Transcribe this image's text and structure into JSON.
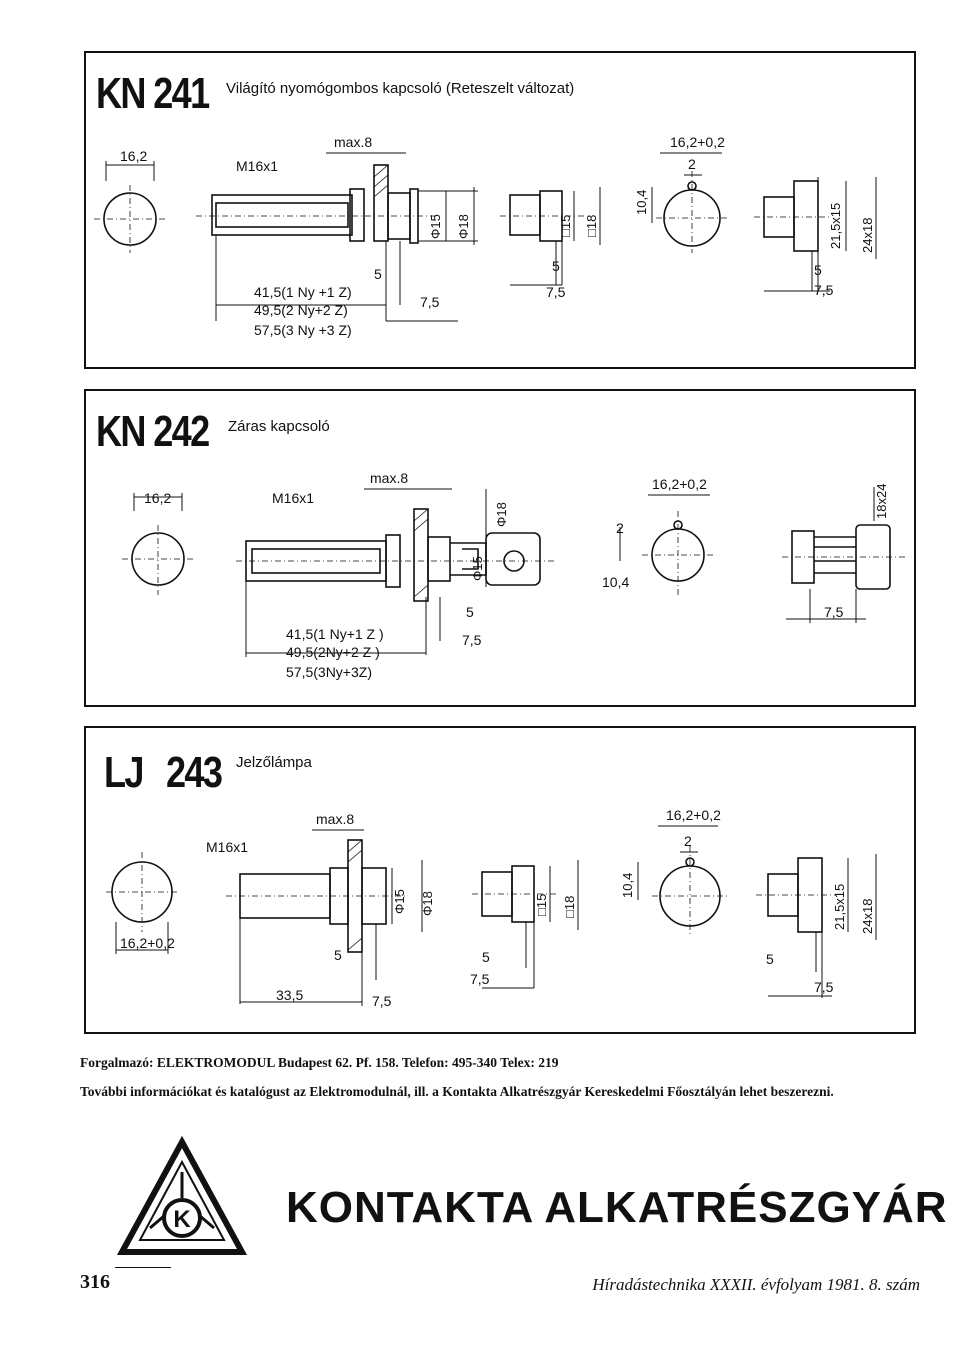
{
  "products": [
    {
      "code": "KN 241",
      "title": "Világító nyomógombos kapcsoló (Reteszelt változat)",
      "labels": {
        "d162": "16,2",
        "thread": "M16x1",
        "max": "max.8",
        "phi15": "Φ15",
        "phi18": "Φ18",
        "sq15": "□15",
        "sq18": "□18",
        "tol": "16,2+0,2",
        "two": "2",
        "d104": "10,4",
        "r1": "21,5x15",
        "r2": "24x18",
        "five": "5",
        "seven5": "7,5",
        "l1": "41,5(1 Ny +1 Z)",
        "l2": "49,5(2 Ny+2 Z)",
        "l3": "57,5(3 Ny +3 Z)"
      }
    },
    {
      "code": "KN 242",
      "title": "Záras kapcsoló",
      "labels": {
        "d162": "16,2",
        "thread": "M16x1",
        "max": "max.8",
        "phi15": "Φ15",
        "phi18": "Φ18",
        "tol": "16,2+0,2",
        "two": "2",
        "d104": "10,4",
        "r1": "18x24",
        "five": "5",
        "seven5": "7,5",
        "l1": "41,5(1 Ny+1 Z )",
        "l2": "49,5(2Ny+2 Z )",
        "l3": "57,5(3Ny+3Z)"
      }
    },
    {
      "code": "LJ 243",
      "title": "Jelzőlámpa",
      "labels": {
        "d162tol": "16,2+0,2",
        "thread": "M16x1",
        "max": "max.8",
        "phi15": "Φ15",
        "phi18": "Φ18",
        "sq15": "□15",
        "sq18": "□18",
        "tol": "16,2+0,2",
        "two": "2",
        "d104": "10,4",
        "r1": "21,5x15",
        "r2": "24x18",
        "five": "5",
        "seven5": "7,5",
        "len": "33,5"
      }
    }
  ],
  "distributor": "Forgalmazó: ELEKTROMODUL Budapest 62. Pf. 158. Telefon: 495-340 Telex: 219",
  "more_info": "További információkat és katalógust az Elektromodulnál, ill. a Kontakta Alkatrészgyár Kereskedelmi Főosztályán lehet beszerezni.",
  "logo_letter": "K",
  "brand": "KONTAKTA ALKATRÉSZGYÁR",
  "page_number": "316",
  "journal": "Híradástechnika XXXII. évfolyam 1981. 8. szám"
}
